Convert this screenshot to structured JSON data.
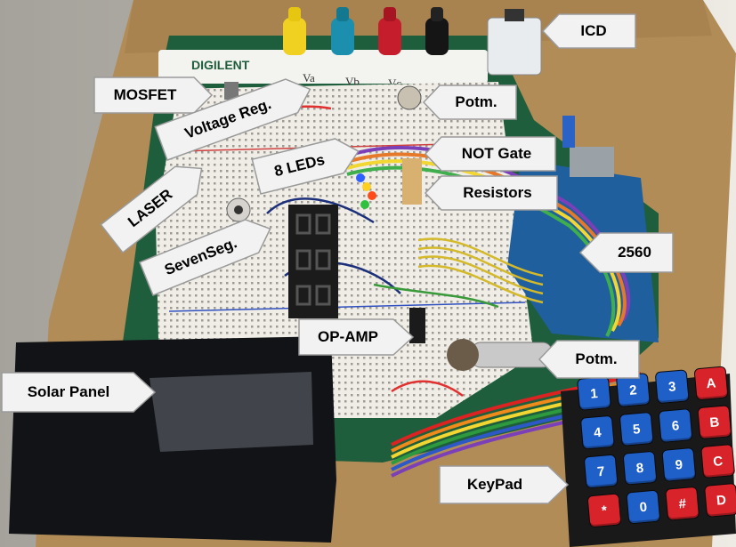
{
  "labels": {
    "icd": "ICD",
    "mosfet": "MOSFET",
    "potm_top": "Potm.",
    "voltage_reg": "Voltage Reg.",
    "not_gate": "NOT Gate",
    "leds": "8 LEDs",
    "resistors": "Resistors",
    "laser": "LASER",
    "mega": "2560",
    "sevenseg": "SevenSeg.",
    "opamp": "OP-AMP",
    "potm_bottom": "Potm.",
    "solar": "Solar Panel",
    "keypad": "KeyPad"
  },
  "board": {
    "brand": "DIGILENT",
    "terminals": [
      "Va",
      "Vb",
      "Vc"
    ]
  },
  "keypad_keys": [
    "1",
    "2",
    "3",
    "A",
    "4",
    "5",
    "6",
    "B",
    "7",
    "8",
    "9",
    "C",
    "*",
    "0",
    "#",
    "D"
  ],
  "colors": {
    "callout_fill": "#f2f2f2",
    "callout_stroke": "#9a9a9a",
    "keypad_blue": "#1f5fc8",
    "keypad_red": "#d8232a",
    "board_green": "#1f5e3c",
    "cardboard": "#b08a55"
  }
}
